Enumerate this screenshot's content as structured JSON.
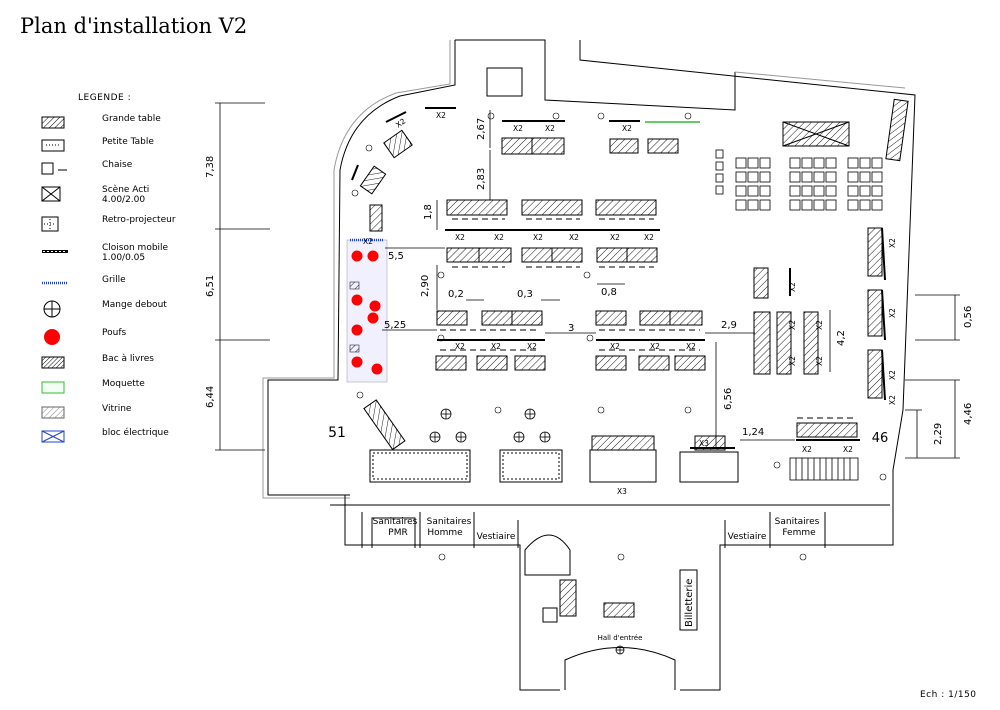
{
  "title": "Plan d'installation V2",
  "scale": "Ech : 1/150",
  "legend": {
    "heading": "LEGENDE :",
    "items": [
      {
        "key": "grande-table",
        "label": "Grande table",
        "icon": "hatched-rectangle"
      },
      {
        "key": "petite-table",
        "label": "Petite Table",
        "icon": "dotted-rectangle"
      },
      {
        "key": "chaise",
        "label": "Chaise",
        "icon": "chair-square"
      },
      {
        "key": "scene",
        "label": "Scène Acti\n4.00/2.00",
        "icon": "crossed-rectangle"
      },
      {
        "key": "retro",
        "label": "Retro-projecteur",
        "icon": "gridded-square"
      },
      {
        "key": "cloison",
        "label": "Cloison mobile\n1.00/0.05",
        "icon": "dashed-bar"
      },
      {
        "key": "grille",
        "label": "Grille",
        "icon": "blue-dotted-line"
      },
      {
        "key": "mange-debout",
        "label": "Mange debout",
        "icon": "crossed-circle"
      },
      {
        "key": "poufs",
        "label": "Poufs",
        "icon": "red-dot"
      },
      {
        "key": "bac",
        "label": "Bac à livres",
        "icon": "grey-hatched-rectangle"
      },
      {
        "key": "moquette",
        "label": "Moquette",
        "icon": "green-outline-rectangle"
      },
      {
        "key": "vitrine",
        "label": "Vitrine",
        "icon": "grey-diagonal-rectangle"
      },
      {
        "key": "bloc",
        "label": "bloc électrique",
        "icon": "blue-crossed-rectangle"
      }
    ]
  },
  "colors": {
    "line": "#000000",
    "pouf": "#ff0000",
    "grille": "#2244cc",
    "moquette": "#33bb33",
    "wall_grey": "#9a9a9a"
  },
  "rooms": {
    "sanitaires_pmr": "Sanitaires\nPMR",
    "sanitaires_homme": "Sanitaires\nHomme",
    "vestiaire_left": "Vestiaire",
    "vestiaire_right": "Vestiaire",
    "sanitaires_femme": "Sanitaires\nFemme",
    "billetterie": "Billetterie",
    "hall": "Hall d'entrée",
    "room_51": "51",
    "room_46": "46"
  },
  "dimensions": {
    "left": [
      "7,38",
      "6,51",
      "6,44"
    ],
    "right": [
      "0,56",
      "4,46",
      "2,29"
    ],
    "interior": [
      "2,67",
      "2,83",
      "1,8",
      "5,5",
      "2,90",
      "0,2",
      "0,3",
      "0,8",
      "5,25",
      "3",
      "2,9",
      "4,2",
      "6,56",
      "1,24"
    ]
  },
  "multipliers": {
    "x2": "X2",
    "x3": "X3"
  }
}
